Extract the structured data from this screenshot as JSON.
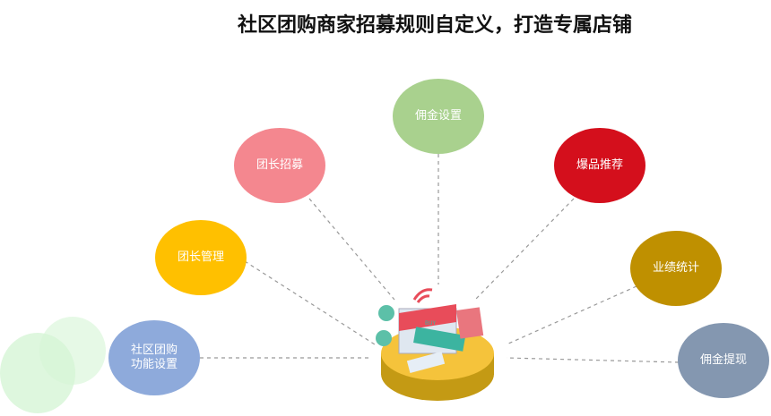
{
  "title": "社区团购商家招募规则自定义，打造专属店铺",
  "nodes": [
    {
      "label": "佣金设置",
      "color": "#a9d18e"
    },
    {
      "label": "团长招募",
      "color": "#f4878f"
    },
    {
      "label": "爆品推荐",
      "color": "#d40f1c"
    },
    {
      "label": "团长管理",
      "color": "#ffc000"
    },
    {
      "label": "业绩统计",
      "color": "#bf9000"
    },
    {
      "label": "社区团购功能设置",
      "color": "#8eaadb"
    },
    {
      "label": "佣金提现",
      "color": "#8497b0"
    }
  ],
  "illustration": {
    "sign": "BUY"
  }
}
